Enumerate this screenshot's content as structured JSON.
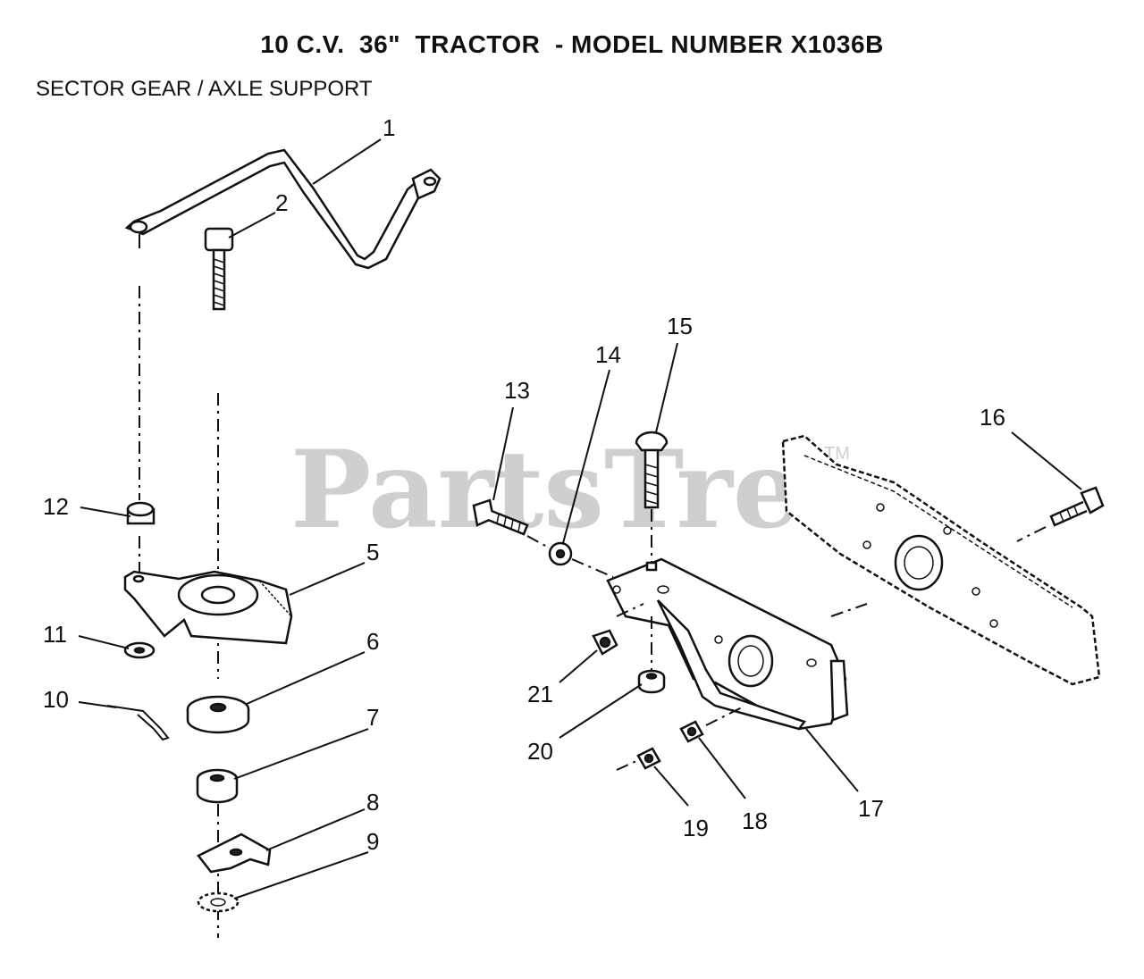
{
  "header": {
    "title": "10 C.V.  36\"  TRACTOR  - MODEL NUMBER X1036B",
    "subtitle": "SECTOR GEAR / AXLE SUPPORT"
  },
  "watermark": {
    "text": "PartsTree",
    "mark": "TM"
  },
  "callouts": [
    {
      "id": "1",
      "label": "1"
    },
    {
      "id": "2",
      "label": "2"
    },
    {
      "id": "5",
      "label": "5"
    },
    {
      "id": "6",
      "label": "6"
    },
    {
      "id": "7",
      "label": "7"
    },
    {
      "id": "8",
      "label": "8"
    },
    {
      "id": "9",
      "label": "9"
    },
    {
      "id": "10",
      "label": "10"
    },
    {
      "id": "11",
      "label": "11"
    },
    {
      "id": "12",
      "label": "12"
    },
    {
      "id": "13",
      "label": "13"
    },
    {
      "id": "14",
      "label": "14"
    },
    {
      "id": "15",
      "label": "15"
    },
    {
      "id": "16",
      "label": "16"
    },
    {
      "id": "17",
      "label": "17"
    },
    {
      "id": "18",
      "label": "18"
    },
    {
      "id": "19",
      "label": "19"
    },
    {
      "id": "20",
      "label": "20"
    },
    {
      "id": "21",
      "label": "21"
    }
  ]
}
